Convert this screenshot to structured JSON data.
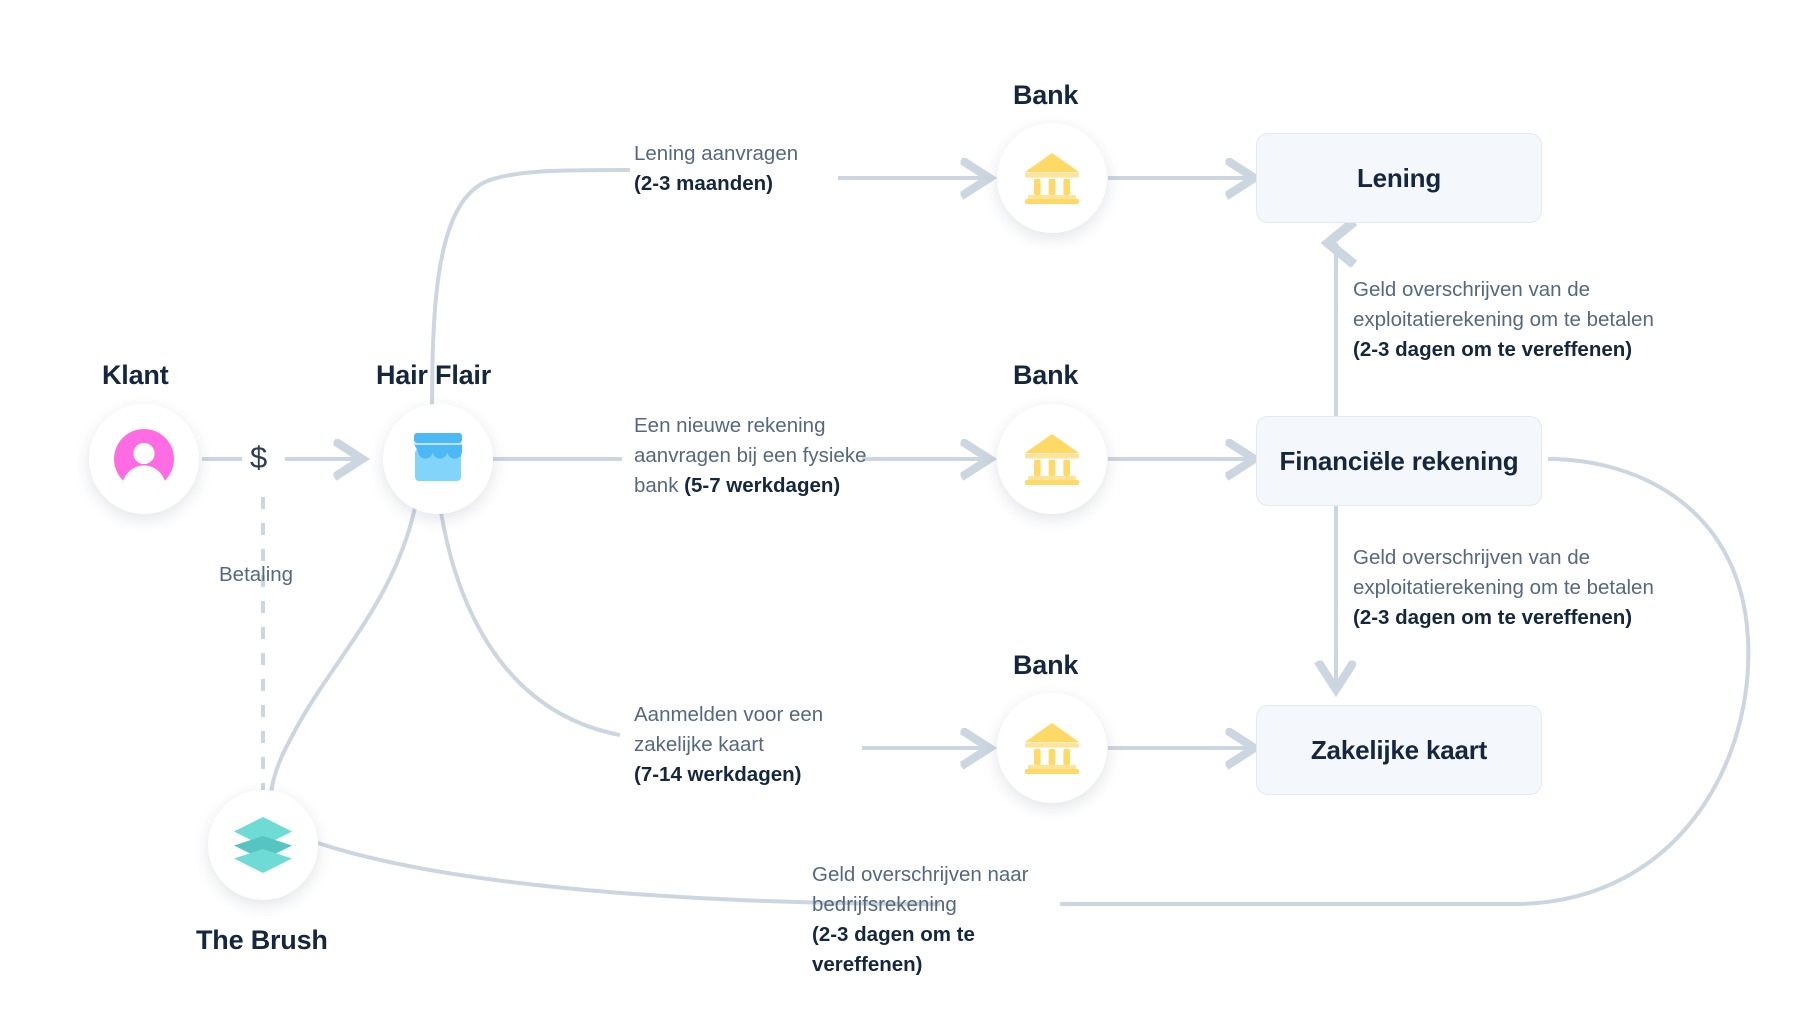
{
  "diagram": {
    "title": "Traditional banking flow vs integrated financial account",
    "nodes": {
      "customer": {
        "label": "Klant",
        "icon": "person-avatar-icon"
      },
      "merchant": {
        "label": "Hair Flair",
        "icon": "storefront-icon"
      },
      "platform": {
        "label": "The Brush",
        "icon": "layers-stack-icon"
      },
      "bank_top": {
        "label": "Bank",
        "icon": "bank-building-icon"
      },
      "bank_middle": {
        "label": "Bank",
        "icon": "bank-building-icon"
      },
      "bank_bottom": {
        "label": "Bank",
        "icon": "bank-building-icon"
      }
    },
    "boxes": {
      "loan": {
        "label": "Lening"
      },
      "financial_account": {
        "label": "Financiële rekening"
      },
      "business_card": {
        "label": "Zakelijke kaart"
      }
    },
    "edges": {
      "payment_symbol": "$",
      "payment_label": "Betaling",
      "loan_request": {
        "text": "Lening aanvragen",
        "duration": "(2-3 maanden)"
      },
      "new_account": {
        "text": "Een nieuwe rekening aanvragen bij een fysieke bank ",
        "duration": "(5-7 werkdagen)"
      },
      "business_card_signup": {
        "text": "Aanmelden voor een zakelijke kaart",
        "duration": "(7-14 werkdagen)"
      },
      "transfer_to_loan": {
        "text": "Geld overschrijven van de exploitatierekening om te betalen",
        "duration": "(2-3 dagen om te vereffenen)"
      },
      "transfer_to_card": {
        "text": "Geld overschrijven van de exploitatierekening om te betalen",
        "duration": "(2-3 dagen om te vereffenen)"
      },
      "transfer_to_business_account": {
        "text": "Geld overschrijven naar bedrijfsrekening",
        "duration": "(2-3 dagen om te vereffenen)"
      }
    },
    "colors": {
      "wire": "#ccd6e0",
      "text_muted": "#56687f",
      "text_dark": "#15263f",
      "avatar_pink": "#ff6be2",
      "storefront_blue": "#4cb9f5",
      "storefront_blue_light": "#83d4fb",
      "bank_yellow": "#ffd966",
      "bank_yellow_light": "#ffe399",
      "layers_teal": "#6fdbd5",
      "layers_teal_dark": "#56c4c0",
      "box_fill": "#f4f7fb",
      "box_border": "#e3e9f1"
    }
  }
}
